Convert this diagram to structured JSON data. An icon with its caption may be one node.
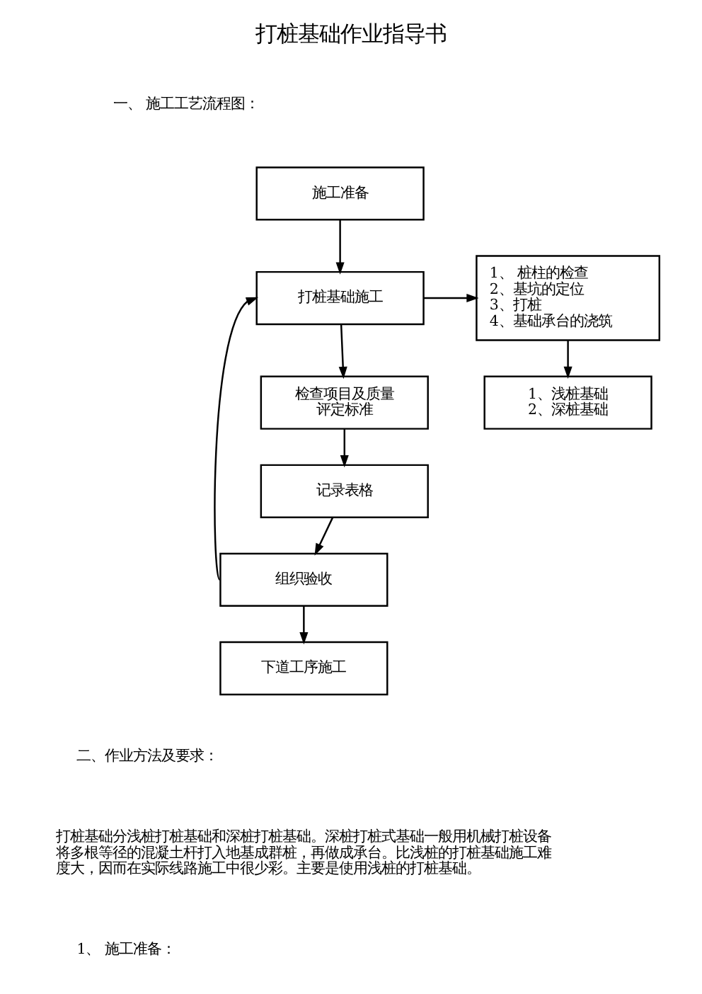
{
  "diagram": {
    "title": "打桩基础作业指导书",
    "nodes": [
      {
        "text": [
          "施工准备"
        ]
      },
      {
        "text": [
          "打桩基础施工"
        ]
      },
      {
        "text": [
          "1、 桩柱的检查",
          "2、基坑的定位",
          "3、打桩",
          "4、基础承台的浇筑"
        ]
      },
      {
        "text": [
          "检查项目及质量评定标准"
        ]
      },
      {
        "text": [
          "1、浅桩基础",
          "2、深桩基础"
        ]
      },
      {
        "text": [
          "记录表格"
        ]
      },
      {
        "text": [
          "组织验收"
        ]
      },
      {
        "text": [
          "下道工序施工"
        ]
      }
    ],
    "edges": [
      {
        "from": 0,
        "to": 1,
        "arrow": "to"
      },
      {
        "from": 1,
        "to": 2,
        "arrow": "to"
      },
      {
        "from": 1,
        "to": 3,
        "arrow": "to"
      },
      {
        "from": 2,
        "to": 4,
        "arrow": "to"
      },
      {
        "from": 3,
        "to": 5,
        "arrow": "to"
      },
      {
        "from": 5,
        "to": 6,
        "arrow": "to"
      },
      {
        "from": 6,
        "to": 1,
        "arrow": "to"
      },
      {
        "from": 6,
        "to": 7,
        "arrow": "to"
      }
    ],
    "labels": [
      "一、 施工工艺流程图：",
      "二、作业方法及要求：",
      "打桩基础分浅桩打桩基础和深桩打桩基础。深桩打桩式基础一般用机械打桩设备将多根等径的混凝土杆打入地基成群桩，再做成承台。比浅桩的打桩基础施工难度大，因而在实际线路施工中很少彩。主要是使用浅桩的打桩基础。",
      "1、 施工准备："
    ]
  }
}
